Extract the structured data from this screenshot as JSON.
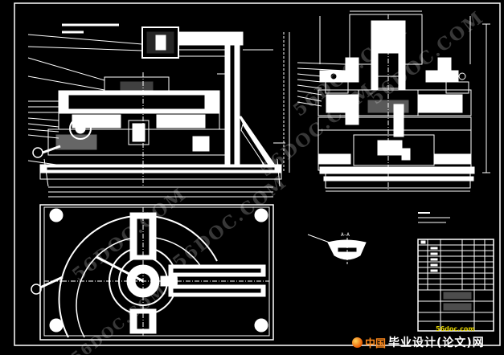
{
  "drawing": {
    "line_color": "#ffffff",
    "background_color": "#000000",
    "section_label": "A—A"
  },
  "watermark": {
    "text": "56DOC.COM",
    "text_alt": "56DOC.COM"
  },
  "footer": {
    "brand_cn": "中国",
    "site_cn": "毕业设计(论文)网",
    "url": "56doc.com",
    "brand_color": "#ff8a1c",
    "url_color": "#e0d000"
  }
}
